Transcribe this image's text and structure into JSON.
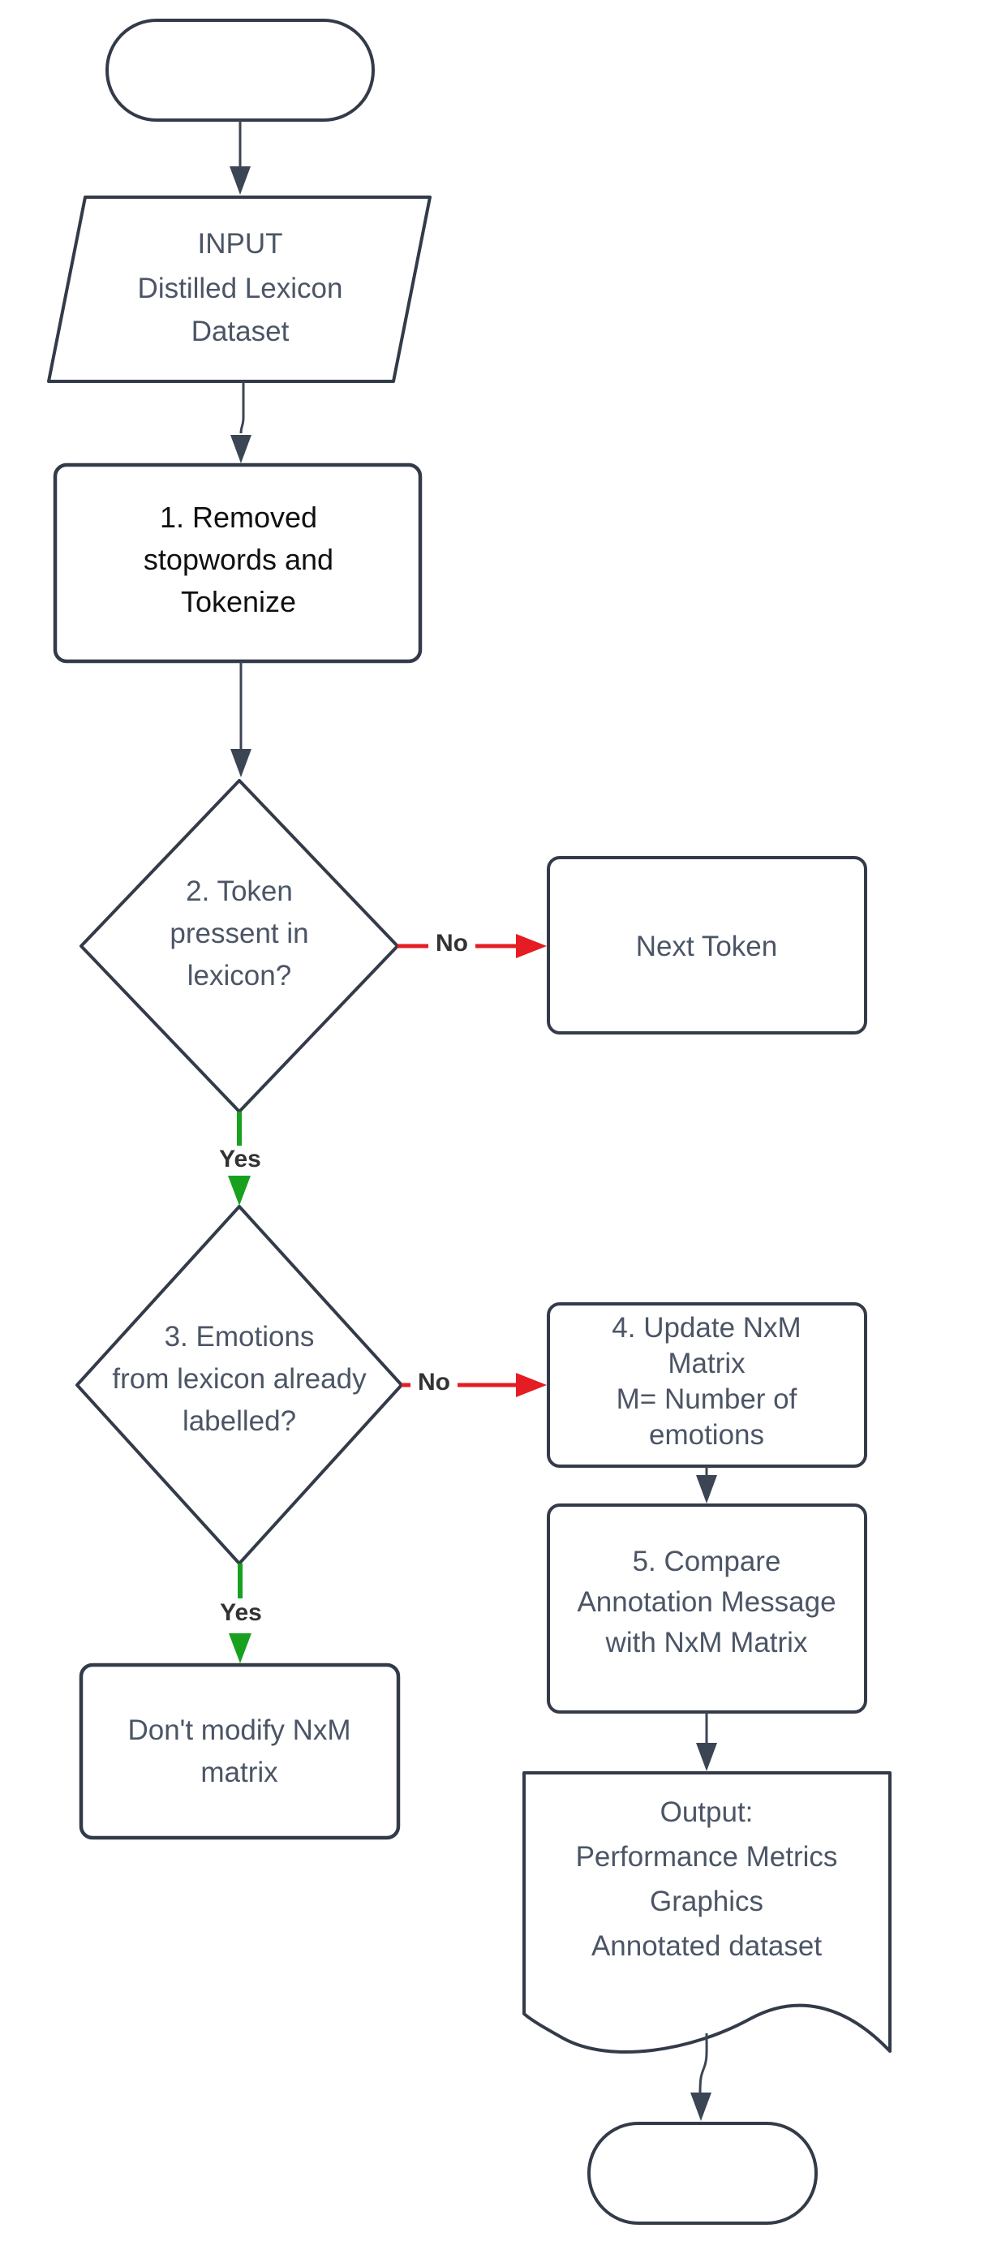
{
  "diagram": {
    "title": "Lexicon-based emotion annotation flowchart",
    "colors": {
      "background": "#ffffff",
      "shape_stroke": "#333b49",
      "connector": "#3c4553",
      "node_text": "#4b5565",
      "step1_text": "#101010",
      "no_branch_red": "#e51c23",
      "yes_branch_green": "#17a11e",
      "edge_label_text": "#333333"
    },
    "nodes": {
      "start": {
        "type": "terminator",
        "label": ""
      },
      "input": {
        "type": "data-parallelogram",
        "lines": [
          "INPUT",
          "Distilled Lexicon",
          "Dataset"
        ]
      },
      "step1": {
        "type": "process",
        "lines": [
          "1. Removed",
          "stopwords and",
          "Tokenize"
        ]
      },
      "decision2": {
        "type": "decision",
        "lines": [
          "2. Token",
          "pressent in",
          "lexicon?"
        ]
      },
      "next_token": {
        "type": "process",
        "lines": [
          "Next Token"
        ]
      },
      "decision3": {
        "type": "decision",
        "lines": [
          "3. Emotions",
          "from lexicon already",
          "labelled?"
        ]
      },
      "step4": {
        "type": "process",
        "lines": [
          "4. Update NxM",
          "Matrix",
          "M= Number of",
          "emotions"
        ]
      },
      "step5": {
        "type": "process",
        "lines": [
          "5. Compare",
          "Annotation Message",
          "with NxM Matrix"
        ]
      },
      "dont_modify": {
        "type": "process",
        "lines": [
          "Don't modify NxM",
          "matrix"
        ]
      },
      "output_doc": {
        "type": "document",
        "lines": [
          "Output:",
          "Performance Metrics",
          "Graphics",
          "Annotated dataset"
        ]
      },
      "end": {
        "type": "terminator",
        "label": ""
      }
    },
    "edge_labels": {
      "decision2_no": "No",
      "decision2_yes": "Yes",
      "decision3_no": "No",
      "decision3_yes": "Yes"
    }
  }
}
